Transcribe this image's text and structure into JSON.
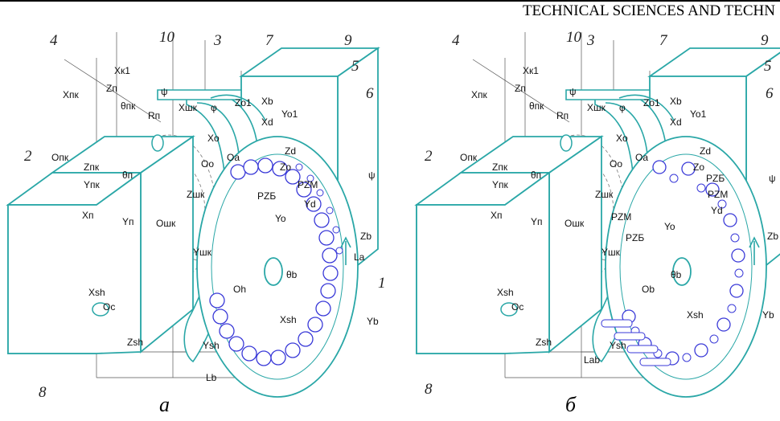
{
  "header": "TECHNICAL SCIENCES AND TECHN",
  "panels": [
    {
      "caption": "a",
      "parts": [
        "4",
        "10",
        "3",
        "7",
        "9",
        "5",
        "6",
        "2",
        "1",
        "8"
      ],
      "labels": {
        "xk1": "Xк1",
        "xpk": "Xпк",
        "zp": "Zп",
        "psi": "ψ",
        "theta_pk": "θпк",
        "rp": "Rп",
        "xshk": "Xшк",
        "phi": "φ",
        "zo1": "Zo1",
        "xb": "Xb",
        "yo1": "Yo1",
        "xd": "Xd",
        "xo": "Xo",
        "oa": "Oa",
        "oo": "Oo",
        "zd": "Zd",
        "zo": "Zo",
        "opk": "Oпк",
        "zpk": "Zпк",
        "theta_p": "θп",
        "ypk": "Yпк",
        "xp": "Xп",
        "zshk": "Zшк",
        "pzb": "PZБ",
        "pzm": "PZM",
        "yd": "Yd",
        "yp": "Yп",
        "oshk": "Oшк",
        "yo": "Yo",
        "zb": "Zb",
        "la": "La",
        "yshk": "Yшк",
        "oh": "Oh",
        "theta_b": "θb",
        "xsh": "Xsh",
        "oc": "Oc",
        "xsh2": "Xsh",
        "yb": "Yb",
        "zsh": "Zsh",
        "ysh": "Ysh",
        "lb": "Lb",
        "psi2": "ψ"
      }
    },
    {
      "caption": "б",
      "parts": [
        "4",
        "10",
        "3",
        "7",
        "9",
        "5",
        "6",
        "2",
        "8"
      ],
      "labels": {
        "xk1": "Xк1",
        "xpk": "Xпк",
        "zp": "Zп",
        "psi": "ψ",
        "theta_pk": "θпк",
        "rp": "Rп",
        "xshk": "Xшк",
        "phi": "φ",
        "zo1": "Zo1",
        "xb": "Xb",
        "yo1": "Yo1",
        "xd": "Xd",
        "xo": "Xo",
        "oa": "Oa",
        "oo": "Oo",
        "zd": "Zd",
        "zo": "Zo",
        "opk": "Oпк",
        "zpk": "Zпк",
        "theta_p": "θп",
        "ypk": "Yпк",
        "xp": "Xп",
        "zshk": "Zшк",
        "pzb": "PZБ",
        "pzm": "PZM",
        "pzm2": "PZM",
        "pzb2": "PZБ",
        "yd": "Yd",
        "yp": "Yп",
        "oshk": "Oшк",
        "yo": "Yo",
        "zb": "Zb",
        "yshk": "Yшк",
        "ob": "Ob",
        "theta_b": "θb",
        "xsh": "Xsh",
        "oc": "Oc",
        "xsh2": "Xsh",
        "yb": "Yb",
        "zsh": "Zsh",
        "ysh": "Ysh",
        "lab": "Lab",
        "psi2": "ψ"
      }
    }
  ]
}
